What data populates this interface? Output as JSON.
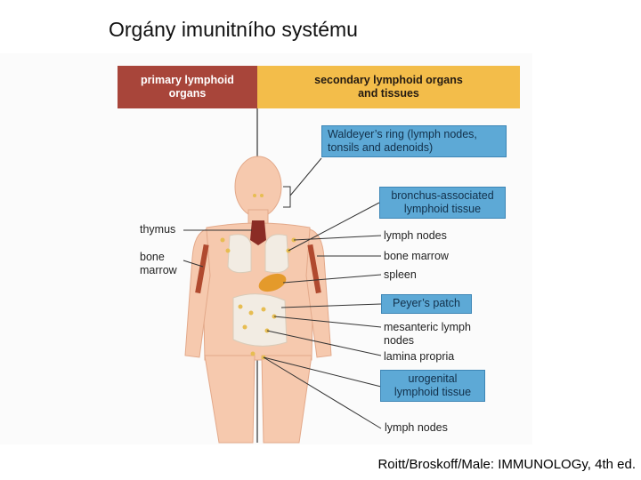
{
  "title": "Orgány imunitního systému",
  "credit": "Roitt/Broskoff/Male: IMMUNOLOGy, 4th ed.",
  "headers": {
    "primary": [
      "primary lymphoid",
      "organs"
    ],
    "secondary": [
      "secondary lymphoid organs",
      "and tissues"
    ]
  },
  "boxes": {
    "waldeyer": [
      "Waldeyer’s ring (lymph nodes,",
      "tonsils and adenoids)"
    ],
    "balt": [
      "bronchus-associated",
      "lymphoid tissue"
    ],
    "peyer": "Peyer’s patch",
    "urogenital": [
      "urogenital",
      "lymphoid tissue"
    ]
  },
  "left_labels": {
    "thymus": "thymus",
    "bone_marrow": [
      "bone",
      "marrow"
    ]
  },
  "right_labels": {
    "lymph_nodes_upper": "lymph nodes",
    "bone_marrow": "bone marrow",
    "spleen": "spleen",
    "mesenteric": [
      "mesanteric lymph",
      "nodes"
    ],
    "lamina_propria": "lamina propria",
    "lymph_nodes_lower": "lymph nodes"
  },
  "colors": {
    "primary_header": "#a8453a",
    "secondary_header": "#f3bd4a",
    "label_box": "#5da9d6",
    "body_skin": "#f6c9ae",
    "organ": "#f2ece3",
    "node": "#e7bd52",
    "spleen": "#e49a2b",
    "thymus": "#8b2c25"
  }
}
